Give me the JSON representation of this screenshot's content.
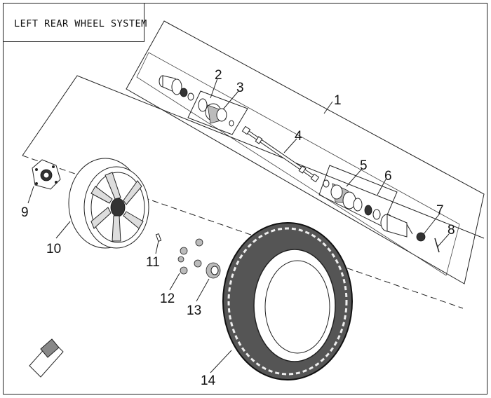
{
  "title": "LEFT REAR WHEEL SYSTEM",
  "callouts": [
    {
      "id": "1",
      "label": "1"
    },
    {
      "id": "2",
      "label": "2"
    },
    {
      "id": "3",
      "label": "3"
    },
    {
      "id": "4",
      "label": "4"
    },
    {
      "id": "5",
      "label": "5"
    },
    {
      "id": "6",
      "label": "6"
    },
    {
      "id": "7",
      "label": "7"
    },
    {
      "id": "8",
      "label": "8"
    },
    {
      "id": "9",
      "label": "9"
    },
    {
      "id": "10",
      "label": "10"
    },
    {
      "id": "11",
      "label": "11"
    },
    {
      "id": "12",
      "label": "12"
    },
    {
      "id": "13",
      "label": "13"
    },
    {
      "id": "14",
      "label": "14"
    }
  ]
}
